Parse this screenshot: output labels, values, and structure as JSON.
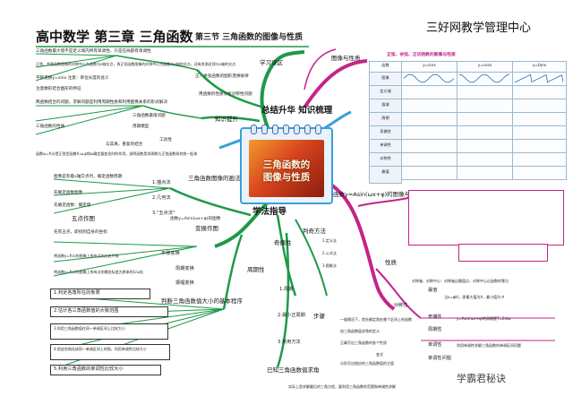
{
  "header": {
    "title": "高中数学 第三章 三角函数",
    "section": "第三节 三角函数的图像与性质",
    "brand": "三好网教学管理中心"
  },
  "center": {
    "card_title_line1": "三角函数的",
    "card_title_line2": "图像与性质"
  },
  "hubs": {
    "summary": "总结升华 知识梳理",
    "method": "学法指导"
  },
  "branches": {
    "study_misc": "学习误区",
    "knowledge": "知识提升",
    "images_props": "图像与性质",
    "func_graph": "函数y=Asin(ωx+φ)的图像与性质",
    "transform": "变换作图",
    "parity_judge": "判奇方法",
    "parity": "奇偶性",
    "periodic": "周期性",
    "step_judge": "判断三角函数值大小的基本程序",
    "steps": "步骤",
    "nature": "性质",
    "known_value": "已知三角函数值求角",
    "three_methods": "三角函数图像的画法",
    "five_point": "五点作图"
  },
  "study_misc_items": [
    "三角函数最大值不是定义域内所有单调性，只是在局部有单调性",
    "正弦、余弦函数图像的对称中心为函数与x轴交点，再正切函数图像的对称中心为函数与x轴的交点，还有其渐近线与x轴的交点",
    "平移变换y=sinx 注意：单位长度的含义",
    "注意数形结合图形的特征",
    "正、余弦函数的图形变换规律",
    "用函数的性质分析对称性问题"
  ],
  "knowledge_items": [
    "两函数结合的问题，求解问题是利用周期性质和利用图像关系的形式解决",
    "三角函数最值问题",
    "周期模型",
    "三角函数的性质",
    "工具性",
    "与其真，重复的结合",
    "函数ω=f(x)是正弦型函数A,ω,φ和ω确定量变化时的作用，说明函数是求周期与正弦函数如何统一起来"
  ],
  "draw_items": [
    "1.描点法",
    "2.几何法",
    "3.\"五点法\"",
    "图像是有着x轴交点时，确定函数周期",
    "先确定函数图像",
    "先确定函数：确定值",
    "先有五点，即找到自身的坐标"
  ],
  "transform_items": [
    "平移变换",
    "周期变换",
    "振幅变换",
    "函数y=Asin(ωx+φ)的图像",
    "将函数y=f(x)的图像上所有点向左右平移",
    "将函数y=f(x)的图像上所有点的横坐标变为原来的1/ω倍"
  ],
  "judge_steps": [
    "1.判定各角所在的象限",
    "2.估计各三角函数值的大致范围",
    "3.利用三角函数值在同一单调区间上比较大小",
    "4.把这些角化成同一单调区间上的角，利用单调性比较大小",
    "5.利用三角函数的单调性比较大小"
  ],
  "periodic_items": [
    "1.周期",
    "2.最小正周期",
    "3.常用方法",
    "1.定义法",
    "2.公式法",
    "3.图象法"
  ],
  "steps_items": [
    "一般情况下，首先确定角在哪个区间上的函数",
    "由三角函数值求角的定义",
    "正确写出三角函数的各个性质",
    "变式",
    "分别写出相应的三角函数值的主值"
  ],
  "nature_items": [
    "最值",
    "奇偶性",
    "周期性",
    "单调性",
    "对称性",
    "单调性问题"
  ],
  "nature_desc": [
    "当x=φ时，即最大值为A，最小值为-A",
    "y=Asin(ωx+φ)的周期是T=2π/ω",
    "利用单调性求解三角函数的单调区间问题",
    "对称轴、对称中心：对称轴过最值点，对称中心过函数的零点"
  ],
  "table": {
    "heading": "正弦、余弦、正切函数的图像与性质",
    "columns": [
      "函数",
      "y=sinx",
      "y=cosx",
      "y=tanx"
    ],
    "rows": [
      "图像",
      "定义域",
      "值域",
      "周期",
      "奇偶性",
      "单调性",
      "对称性",
      "最值"
    ]
  },
  "known_value_note": "实际上是求解最后的三角方程，要利用三角函数的范围和单调性求解",
  "colors": {
    "summary_branch": "#1d9a47",
    "table_branch": "#c4248a",
    "method_branch": "#1d9a47",
    "nature_branch": "#c4248a",
    "accent_blue": "#3a9fd8",
    "header_green": "#1d9a47"
  },
  "watermark": "学霸君秘诀"
}
